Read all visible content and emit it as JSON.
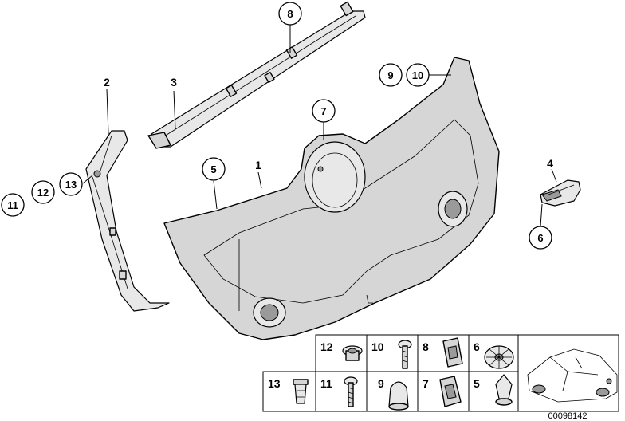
{
  "callouts": {
    "c8": "8",
    "c9": "9",
    "c10": "10",
    "c7": "7",
    "c5": "5",
    "c13": "13",
    "c12": "12",
    "c11": "11",
    "c6": "6"
  },
  "labels": {
    "l2": "2",
    "l3": "3",
    "l1": "1",
    "l4": "4"
  },
  "hardware_grid": {
    "top_row": [
      "12",
      "10",
      "8",
      "6"
    ],
    "bottom_row": [
      "13",
      "11",
      "9",
      "7",
      "5"
    ]
  },
  "reference_number": "00098142"
}
